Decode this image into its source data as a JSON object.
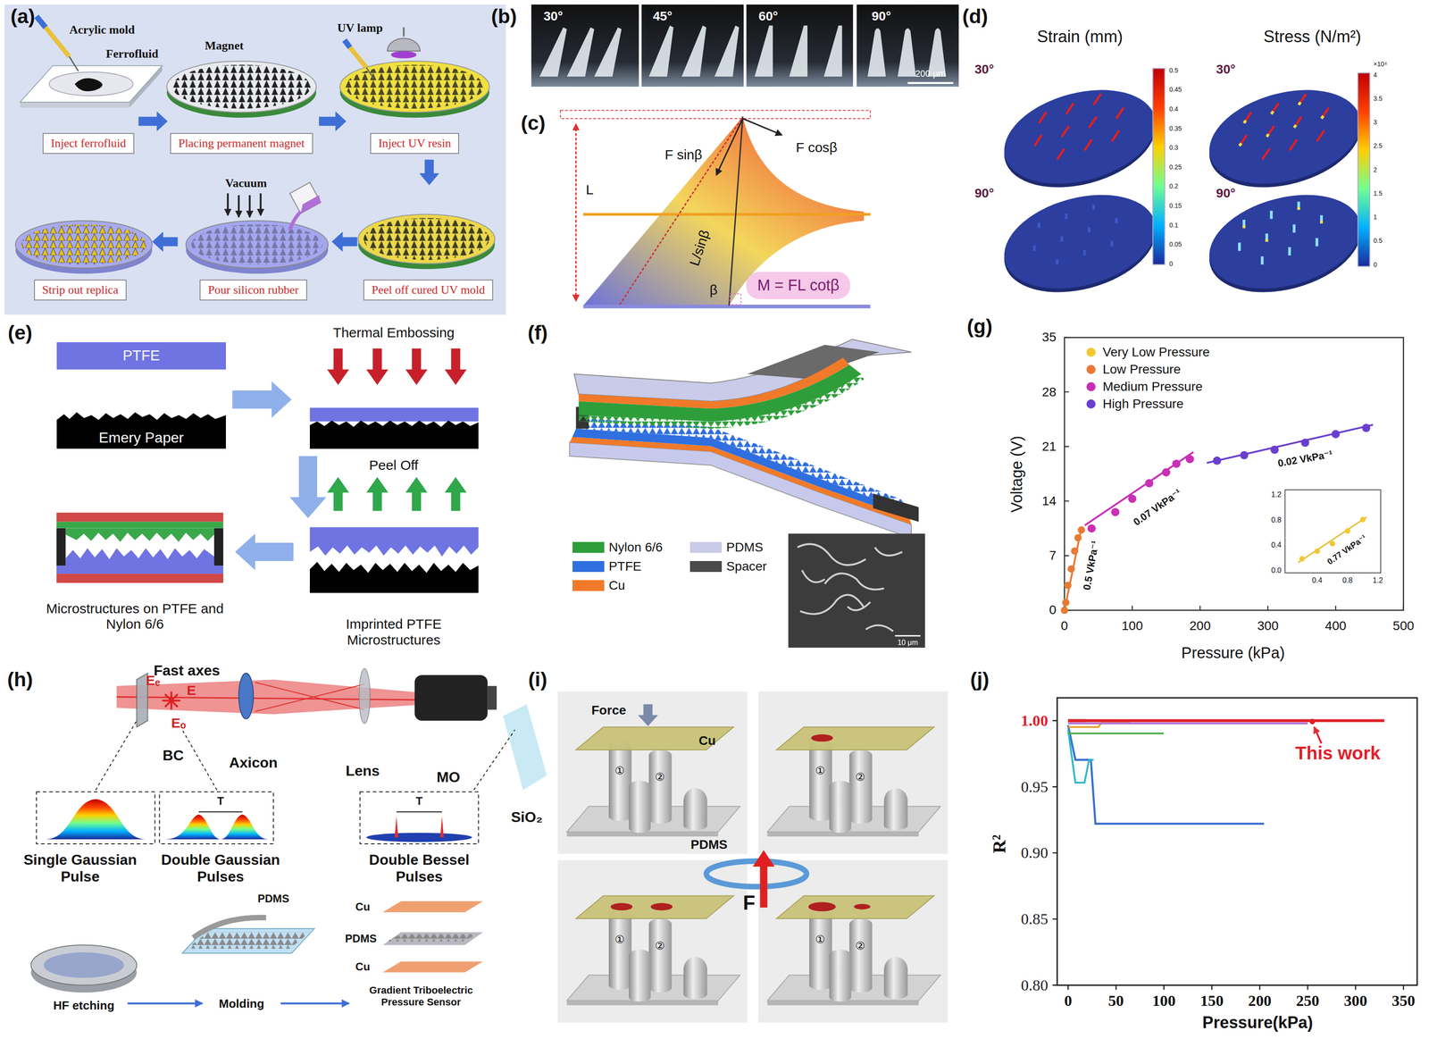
{
  "diagram": {
    "nodes": [
      {
        "text": [
          "Inject ferrofluid"
        ]
      },
      {
        "text": [
          "Placing permanent magnet"
        ]
      },
      {
        "text": [
          "Inject UV resin"
        ]
      },
      {
        "text": [
          "Peel off cured UV mold"
        ]
      },
      {
        "text": [
          "Pour silicon rubber"
        ]
      },
      {
        "text": [
          "Strip out replica"
        ]
      },
      {
        "text": [
          "M = FL cotβ"
        ]
      },
      {
        "text": [
          "PTFE"
        ]
      },
      {
        "text": [
          "Emery Paper"
        ]
      }
    ],
    "labels": [
      "(a)",
      "Acrylic mold",
      "Ferrofluid",
      "Magnet",
      "UV lamp",
      "Vacuum",
      "(b)",
      "30°",
      "45°",
      "60°",
      "90°",
      "200 μm",
      "(c)",
      "F sinβ",
      "F cosβ",
      "L",
      "L/sinβ",
      "β",
      "(d)",
      "Strain (mm)",
      "Stress (N/m²)",
      "30°",
      "90°",
      "30°",
      "90°",
      "0.5",
      "0.45",
      "0.4",
      "0.35",
      "0.3",
      "0.25",
      "0.2",
      "0.15",
      "0.1",
      "0.05",
      "0",
      "×10⁴",
      "4",
      "3.5",
      "3",
      "2.5",
      "2",
      "1.5",
      "1",
      "0.5",
      "0",
      "(e)",
      "Thermal Embossing",
      "Peel Off",
      "Microstructures on PTFE and Nylon 6/6",
      "Imprinted PTFE Microstructures",
      "(f)",
      "10 μm",
      "(g)",
      "0",
      "7",
      "14",
      "21",
      "28",
      "35",
      "0",
      "100",
      "200",
      "300",
      "400",
      "500",
      "Voltage (V)",
      "Pressure (kPa)",
      "0.5 VkPa⁻¹",
      "0.07 VkPa⁻¹",
      "0.02 VkPa⁻¹",
      "0.77 VkPa⁻¹",
      "0.0",
      "0.4",
      "0.8",
      "1.2",
      "0.4",
      "0.8",
      "1.2",
      "(h)",
      "Fast axes",
      "Eₑ",
      "E",
      "Eₒ",
      "BC",
      "Axicon",
      "Lens",
      "MO",
      "SiO₂",
      "T",
      "T",
      "Single Gaussian Pulse",
      "Double Gaussian Pulses",
      "Double Bessel Pulses",
      "PDMS",
      "HF etching",
      "Molding",
      "Cu",
      "PDMS",
      "Cu",
      "Gradient Triboelectric Pressure Sensor",
      "(i)",
      "Force",
      "Cu",
      "PDMS",
      "F",
      "①",
      "②",
      "①",
      "②",
      "①",
      "②",
      "①",
      "②",
      "(j)",
      "1.00",
      "0.95",
      "0.90",
      "0.85",
      "0.80",
      "0",
      "50",
      "100",
      "150",
      "200",
      "250",
      "300",
      "350",
      "R²",
      "Pressure(kPa)",
      "This work"
    ],
    "legend": [
      {
        "text": "Nylon 6/6",
        "color": "#2e9e3a"
      },
      {
        "text": "PTFE",
        "color": "#2f6fe0"
      },
      {
        "text": "Cu",
        "color": "#f07a2a"
      },
      {
        "text": "PDMS",
        "color": "#c9cbe8"
      },
      {
        "text": "Spacer",
        "color": "#4a4a4a"
      },
      {
        "text": "Very Low Pressure",
        "color": "#f2c830"
      },
      {
        "text": "Low Pressure",
        "color": "#e87a35"
      },
      {
        "text": "Medium Pressure",
        "color": "#c92fb5"
      },
      {
        "text": "High Pressure",
        "color": "#6a3fcf"
      }
    ]
  }
}
